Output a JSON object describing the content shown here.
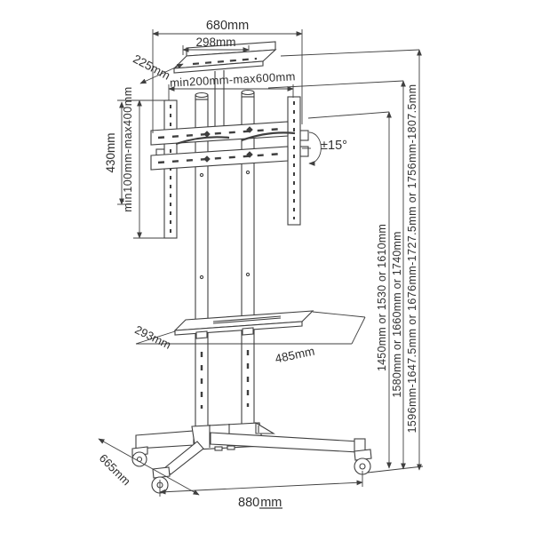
{
  "diagram": {
    "type": "technical-dimension-drawing",
    "subject": "mobile TV cart / trolley stand with tilting VESA bracket, top tray, middle shelf and casters",
    "colors": {
      "line": "#3f3f3f",
      "text": "#2f2f2f",
      "background": "#ffffff"
    },
    "dims": {
      "overall_width": "680mm",
      "tray_width": "298mm",
      "tray_depth": "225mm",
      "vesa_width": "min200mm-max600mm",
      "bracket_height": "430mm",
      "vesa_height": "min100mm-max400mm",
      "tilt": "±15°",
      "shelf_depth": "293mm",
      "shelf_width": "485mm",
      "base_depth": "665mm",
      "base_width_value": "880",
      "base_width_unit": "mm",
      "height_to_bracket": "1450mm or 1530 or 1610mm",
      "height_to_tray": "1580mm or 1660mm or 1740mm",
      "height_overall": "1596mm-1647.5mm or 1676mm-1727.5mm or 1756mm-1807.5mm"
    }
  }
}
